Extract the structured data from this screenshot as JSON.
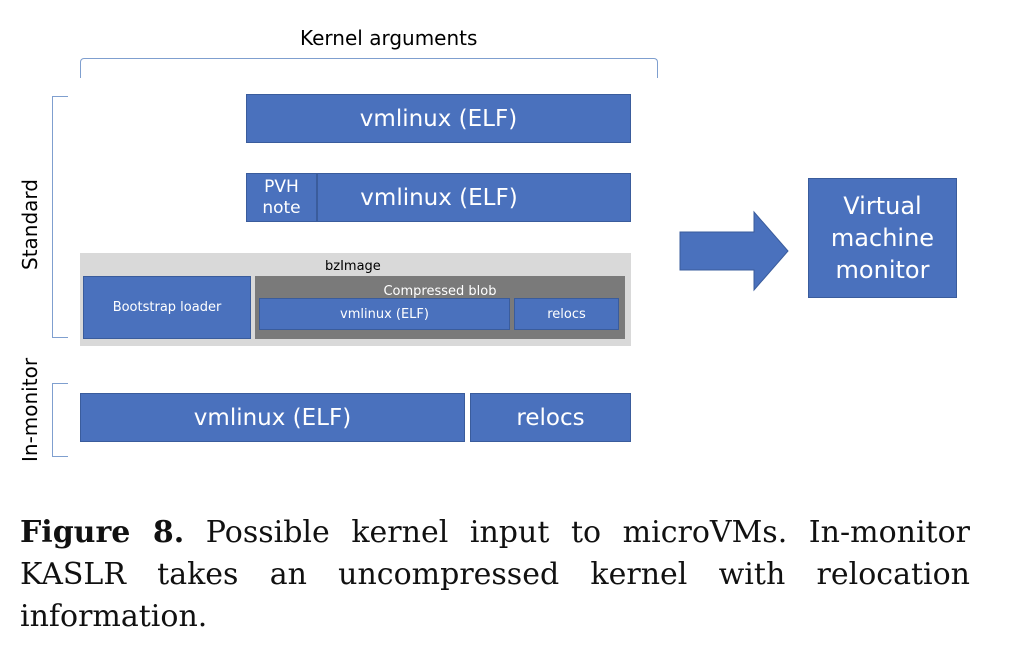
{
  "diagram": {
    "kernel_arguments": "Kernel arguments",
    "standard_label": "Standard",
    "in_monitor_label": "In-monitor",
    "vmlinux_top": "vmlinux (ELF)",
    "pvh_note": "PVH note",
    "vmlinux_pvh": "vmlinux (ELF)",
    "bzimage": "bzImage",
    "bootstrap_loader": "Bootstrap loader",
    "compressed_blob": "Compressed blob",
    "vmlinux_blob": "vmlinux (ELF)",
    "relocs_blob": "relocs",
    "vmlinux_monitor": "vmlinux (ELF)",
    "relocs_monitor": "relocs",
    "vmm": "Virtual machine monitor",
    "colors": {
      "box_blue": "#4a71bd",
      "bzimage_bg": "#d9d9d9",
      "blob_bg": "#7a7a7a",
      "arrow": "#4a71bd"
    }
  },
  "caption": {
    "label": "Figure 8.",
    "text": "Possible kernel input to microVMs. In-monitor KASLR takes an uncompressed kernel with relocation information."
  }
}
